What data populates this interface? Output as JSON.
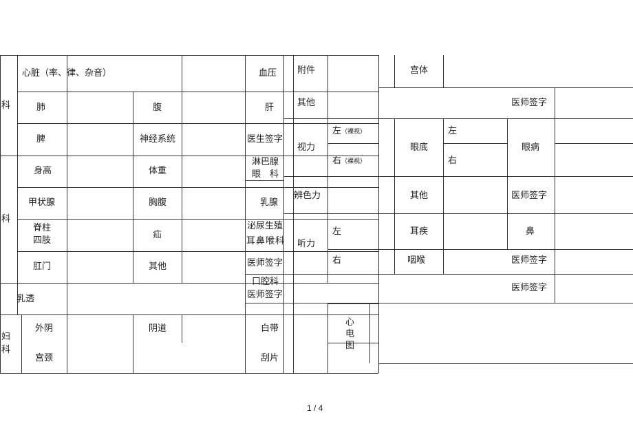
{
  "left": {
    "ke1": "科",
    "heart": "心脏（率、律、杂音）",
    "lung": "肺",
    "abdomen": "腹",
    "spleen": "脾",
    "nervous": "神经系统",
    "height": "身高",
    "weight": "体重",
    "thyroid": "甲状腺",
    "chest_abdomen": "胸腹",
    "ke2": "科",
    "spine1": "脊柱",
    "spine2": "四肢",
    "hernia": "疝",
    "anus": "肛门",
    "other": "其他",
    "breast_xray": "乳透",
    "gyn1": "妇",
    "gyn2": "科",
    "vulva": "外阴",
    "vagina": "阴道",
    "cervix": "宫颈",
    "bp": "血压",
    "liver": "肝",
    "doctor_sign": "医生签字",
    "eye1": "眼",
    "lymph": "淋巴腺",
    "eye2": "科",
    "breast": "乳腺",
    "ent1": "耳",
    "uro": "泌尿生殖",
    "ent2": "鼻",
    "ent3": "喉",
    "ent4": "科",
    "physician_sign": "医师签字",
    "oral": "口腔科",
    "oral_sign": "医师签字",
    "leucorrhea": "白带",
    "smear": "刮片",
    "ecg1": "心",
    "ecg2": "电",
    "ecg3": "图"
  },
  "mid": {
    "adnexa": "附件",
    "other": "其他",
    "vision": "视力",
    "left_naked": "左",
    "naked_l": "（裸视）",
    "right_naked": "右",
    "naked_r": "（裸视）",
    "color": "辨色力",
    "hearing": "听力",
    "left": "左",
    "right": "右"
  },
  "right": {
    "uterus": "宫体",
    "sign1": "医师签字",
    "fundus": "眼底",
    "left": "左",
    "right": "右",
    "eye_disease": "眼病",
    "other": "其他",
    "sign2": "医师签字",
    "ear": "耳疾",
    "nose": "鼻",
    "throat": "咽喉",
    "sign3": "医师签字",
    "sign4": "医师签字"
  },
  "footer": {
    "page": "1 / 4"
  }
}
